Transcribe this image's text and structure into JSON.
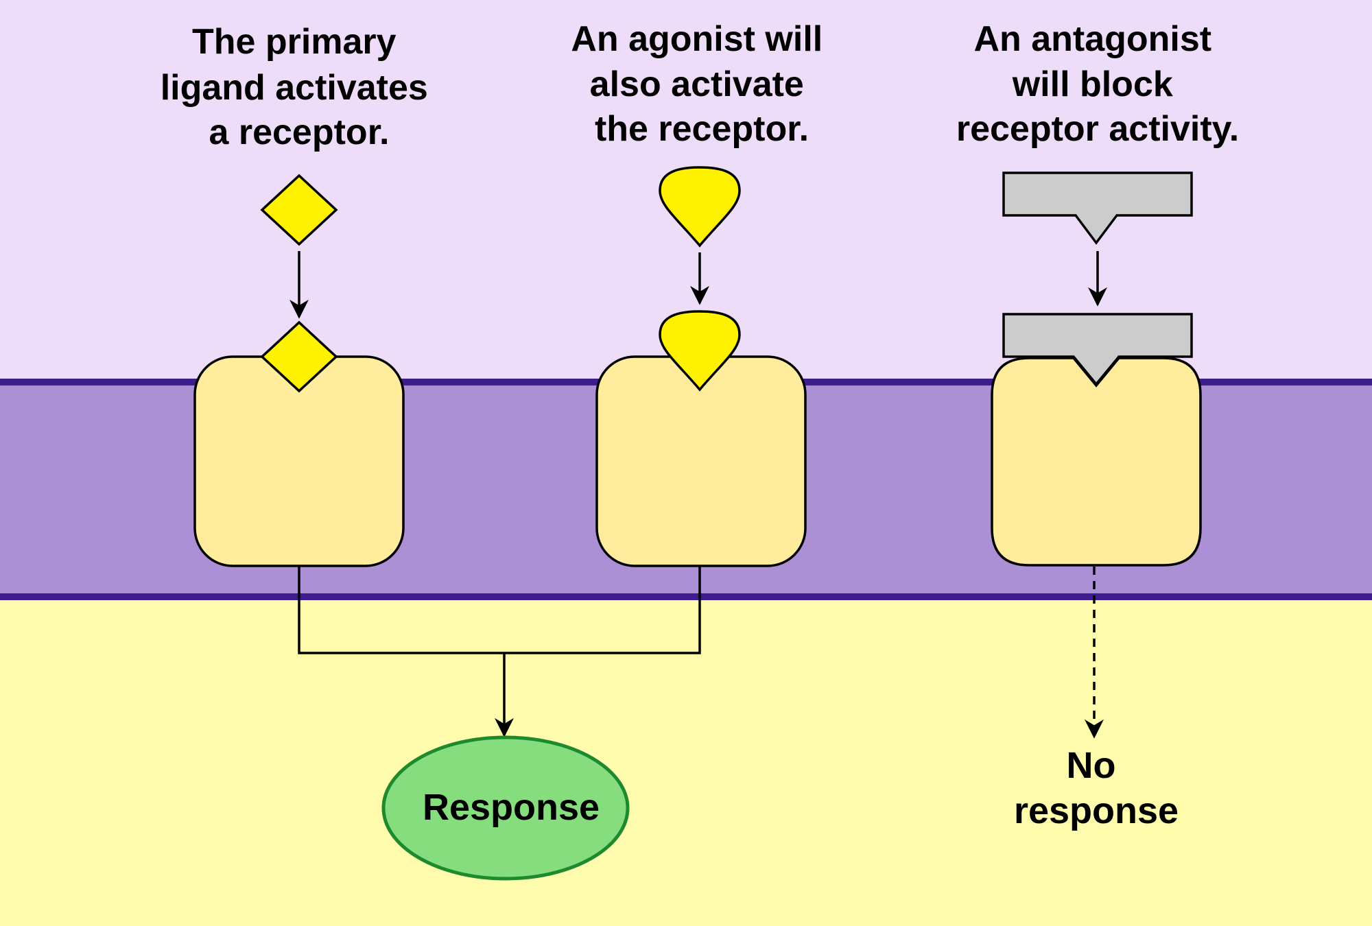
{
  "columns": [
    {
      "id": "primary-ligand",
      "caption": [
        "The primary",
        "ligand activates",
        "a receptor."
      ],
      "ligand_shape": "diamond",
      "ligand_color": "#FFF200"
    },
    {
      "id": "agonist",
      "caption": [
        "An agonist will",
        "also activate",
        "the receptor."
      ],
      "ligand_shape": "teardrop",
      "ligand_color": "#FFF200"
    },
    {
      "id": "antagonist",
      "caption": [
        "An antagonist",
        "will block",
        "receptor activity."
      ],
      "ligand_shape": "notched-bar",
      "ligand_color": "#CCCCCC"
    }
  ],
  "outcomes": {
    "response": "Response",
    "no_response": [
      "No",
      "response"
    ]
  },
  "colors": {
    "extracellular": "#EEDDF9",
    "membrane": "#AC90D5",
    "membrane_edge": "#3E1E8C",
    "intracellular": "#FFFDAD",
    "receptor": "#FFEC9C",
    "response_fill": "#86DD7E",
    "response_border": "#1E8A2E"
  }
}
